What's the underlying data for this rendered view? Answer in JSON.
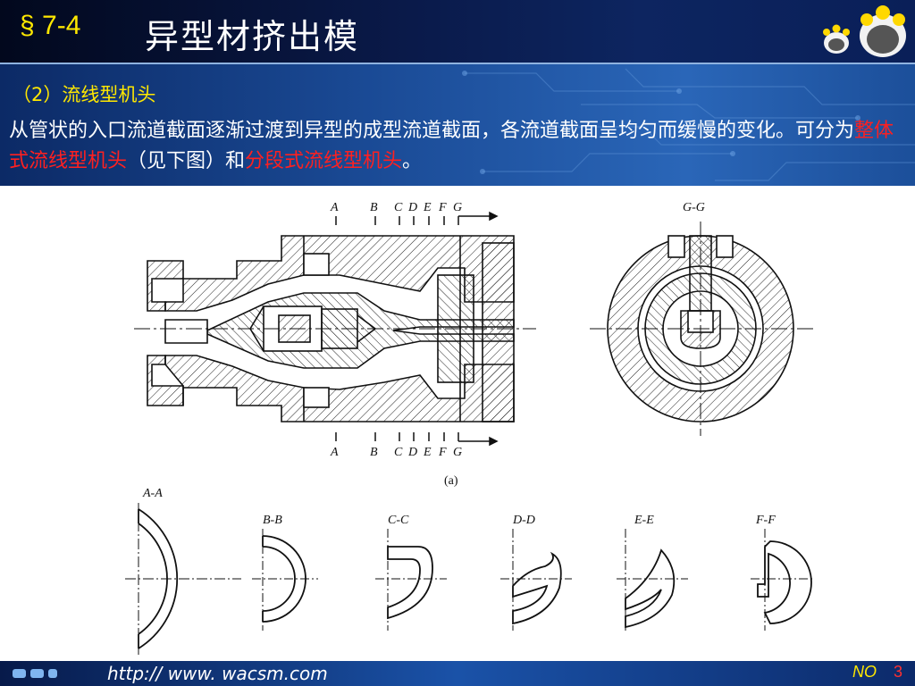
{
  "header": {
    "section_no": "§ 7-4",
    "title": "异型材挤出模"
  },
  "subtitle": "（2）流线型机头",
  "paragraph": {
    "part1": "从管状的入口流道截面逐渐过渡到异型的成型流道截面，各流道截面呈均匀而缓慢的变化。可分为",
    "highlight1": "整体式流线型机头",
    "part2": "（见下图）和",
    "highlight2": "分段式流线型机头",
    "part3": "。"
  },
  "figure": {
    "section_letters": [
      "A",
      "B",
      "C",
      "D",
      "E",
      "F",
      "G"
    ],
    "gg_label": "G-G",
    "caption": "(a)",
    "sections": [
      "A-A",
      "B-B",
      "C-C",
      "D-D",
      "E-E",
      "F-F"
    ]
  },
  "footer": {
    "url": "http:// www. wacsm.com",
    "no_label": "NO",
    "page": "3"
  },
  "colors": {
    "accent_yellow": "#ffe800",
    "highlight_red": "#ff2020",
    "band_blue": "#1a4a95",
    "header_dark": "#02081d"
  }
}
